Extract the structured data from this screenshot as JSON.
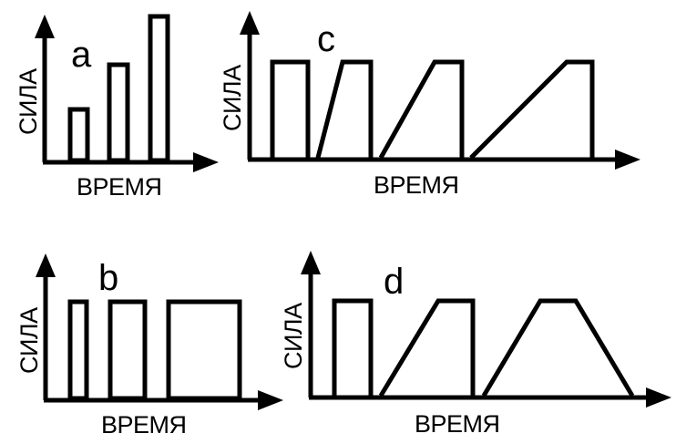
{
  "panels": [
    {
      "id": "a",
      "letter": "a",
      "ylabel": "СИЛА",
      "xlabel": "ВРЕМЯ"
    },
    {
      "id": "c",
      "letter": "c",
      "ylabel": "СИЛА",
      "xlabel": "ВРЕМЯ"
    },
    {
      "id": "b",
      "letter": "b",
      "ylabel": "СИЛА",
      "xlabel": "ВРЕМЯ"
    },
    {
      "id": "d",
      "letter": "d",
      "ylabel": "СИЛА",
      "xlabel": "ВРЕМЯ"
    }
  ],
  "colors": {
    "stroke": "#000000",
    "background": "#ffffff"
  }
}
